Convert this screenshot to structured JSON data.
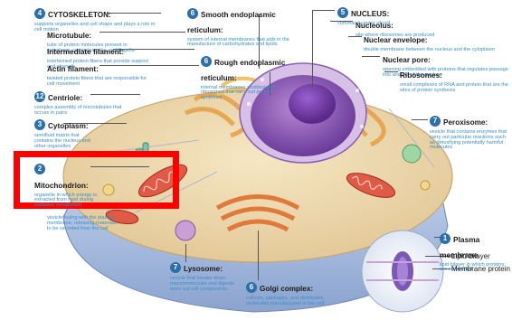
{
  "labels": {
    "cytoskeleton": {
      "num": "4",
      "title": "CYTOSKELETON:",
      "desc": "supports organelles and cell shape and plays a role in cell motion"
    },
    "microtubule": {
      "title": "Microtubule:",
      "desc": "tube of protein molecules present in cytoplasm, centrioles, cilia, and flagella"
    },
    "intermediate": {
      "title": "Intermediate filament:",
      "desc": "intertwined protein fibers that provide support and strength"
    },
    "actin": {
      "title": "Actin filament:",
      "desc": "twisted protein fibers that are responsible for cell movement"
    },
    "centriole": {
      "num": "12",
      "title": "Centriole:",
      "desc": "complex assembly of microtubules that occurs in pairs"
    },
    "cytoplasm": {
      "num": "3",
      "title": "Cytoplasm:",
      "desc": "semifluid matrix that contains the nucleus and other organelles"
    },
    "mitochondrion": {
      "num": "2",
      "title": "Mitochondrion:",
      "desc": "organelle in which energy is extracted from food during oxidative metabolism"
    },
    "vesicle": {
      "desc": "vesicle fusing with the plasma membrane, releasing materials to be secreted from the cell"
    },
    "smooth_er": {
      "num": "6",
      "title": "Smooth endoplasmic reticulum:",
      "desc": "system of internal membranes that aids in the manufacture of carbohydrates and lipids"
    },
    "rough_er": {
      "num": "6",
      "title": "Rough endoplasmic reticulum:",
      "desc": "internal membranes studded with ribosomes that carry out protein synthesis"
    },
    "nucleus": {
      "num": "5",
      "title": "NUCLEUS:",
      "desc": "command center of cell"
    },
    "nucleolus": {
      "title": "Nucleolus:",
      "desc": "site where ribosomes are produced"
    },
    "envelope": {
      "title": "Nuclear envelope:",
      "desc": "double membrane between the nucleus and the cytoplasm"
    },
    "pore": {
      "title": "Nuclear pore:",
      "desc": "opening embedded with proteins that regulates passage into and out of the nucleus"
    },
    "ribosomes": {
      "title": "Ribosomes:",
      "desc": "small complexes of RNA and protein that are the sites of protein synthesis"
    },
    "peroxisome": {
      "num": "7",
      "title": "Peroxisome:",
      "desc": "vesicle that contains enzymes that carry out particular reactions such as detoxifying potentially harmful molecules"
    },
    "lysosome": {
      "num": "7",
      "title": "Lysosome:",
      "desc": "vesicle that breaks down macromolecules and digests worn out cell components"
    },
    "golgi": {
      "num": "6",
      "title": "Golgi complex:",
      "desc": "collects, packages, and distributes molecules manufactured in the cell"
    },
    "plasma": {
      "num": "1",
      "title": "Plasma membrane",
      "desc": "lipid bilayer in which proteins are embedded"
    },
    "lipid_bilayer": {
      "title": "Lipid bilayer"
    },
    "membrane_protein": {
      "title": "Membrane protein"
    }
  },
  "colors": {
    "highlight": "#ff0000",
    "badge": "#2a6fb0",
    "desc_text": "#3a8fc9"
  }
}
